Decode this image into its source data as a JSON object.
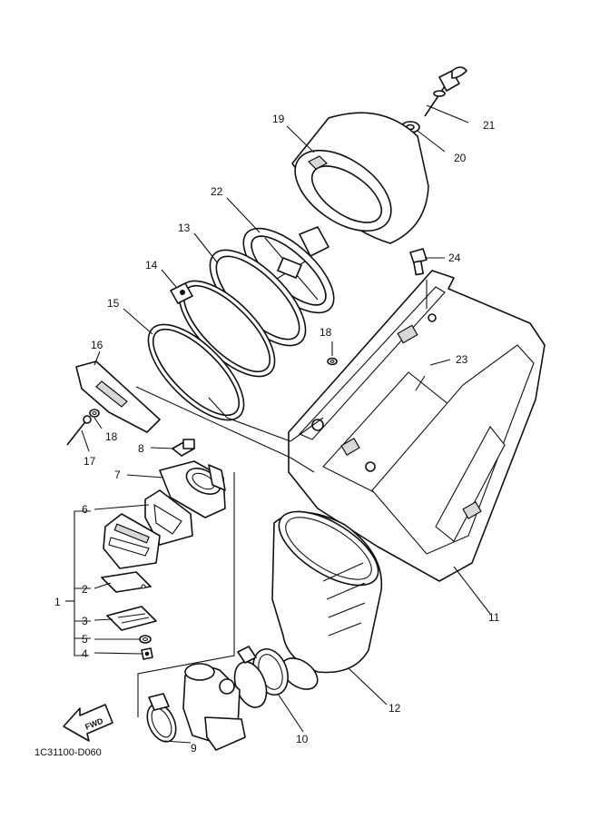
{
  "callouts": {
    "c1": "1",
    "c2": "2",
    "c3": "3",
    "c4": "4",
    "c5": "5",
    "c6": "6",
    "c7": "7",
    "c8": "8",
    "c9": "9",
    "c10": "10",
    "c11": "11",
    "c12": "12",
    "c13": "13",
    "c14": "14",
    "c15": "15",
    "c16": "16",
    "c17": "17",
    "c18a": "18",
    "c18b": "18",
    "c19": "19",
    "c20": "20",
    "c21": "21",
    "c22": "22",
    "c23": "23",
    "c24": "24"
  },
  "direction_badge": "FWD",
  "drawing_code": "1C31100-D060"
}
